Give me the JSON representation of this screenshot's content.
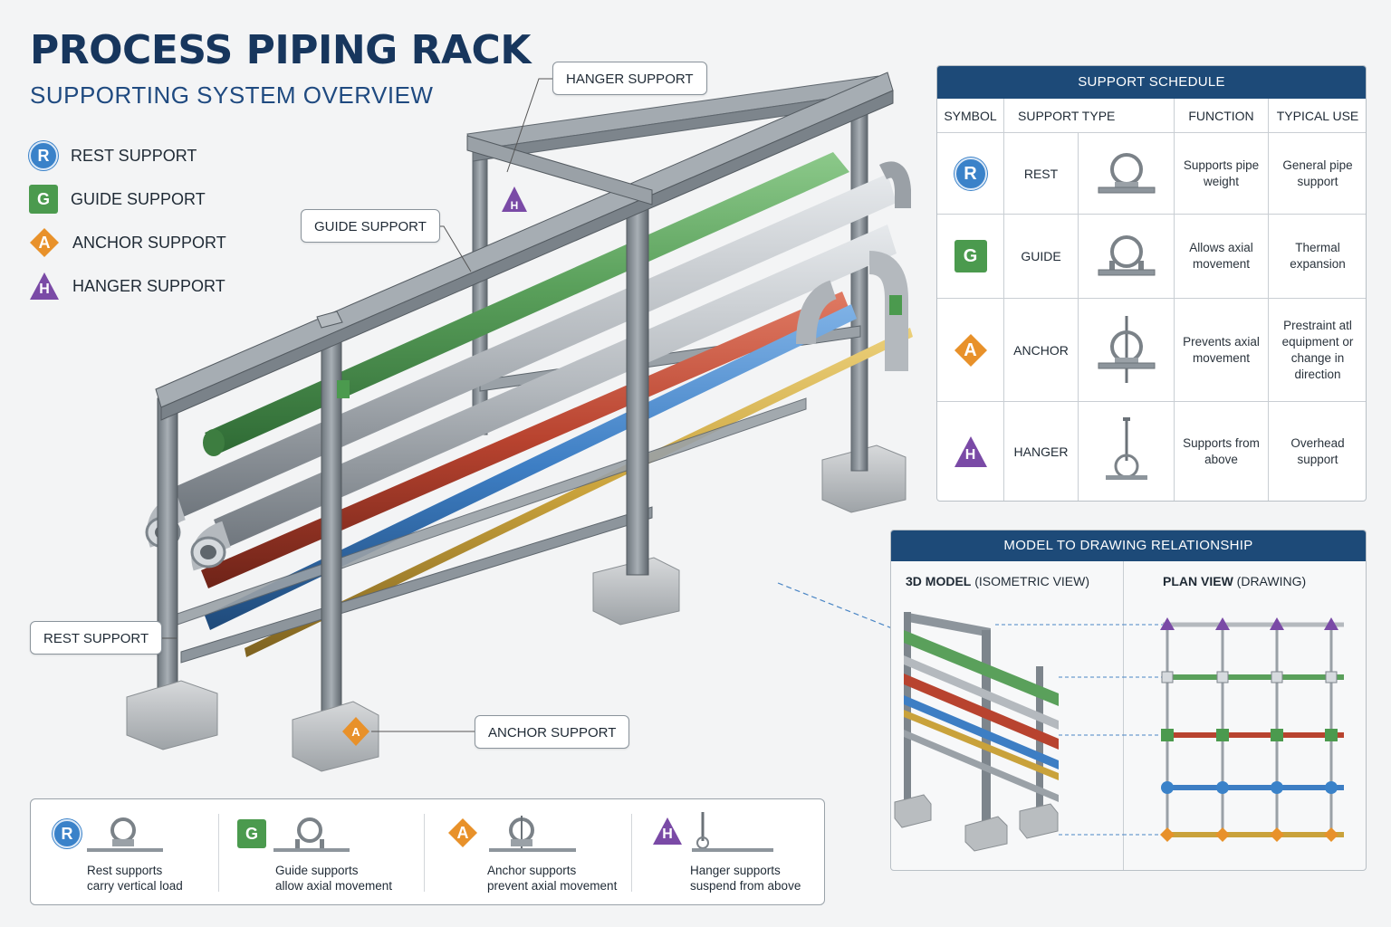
{
  "title": "PROCESS PIPING RACK",
  "subtitle": "SUPPORTING SYSTEM OVERVIEW",
  "legend": [
    {
      "symbol": "R",
      "label": "REST SUPPORT",
      "color": "#3a82c9"
    },
    {
      "symbol": "G",
      "label": "GUIDE SUPPORT",
      "color": "#4b9a4e"
    },
    {
      "symbol": "A",
      "label": "ANCHOR SUPPORT",
      "color": "#e8912a"
    },
    {
      "symbol": "H",
      "label": "HANGER SUPPORT",
      "color": "#7a4aa6"
    }
  ],
  "callouts": {
    "hanger": "HANGER SUPPORT",
    "guide": "GUIDE SUPPORT",
    "rest": "REST SUPPORT",
    "anchor": "ANCHOR SUPPORT"
  },
  "schedule": {
    "title": "SUPPORT SCHEDULE",
    "columns": [
      "SYMBOL",
      "SUPPORT TYPE",
      "FUNCTION",
      "TYPICAL USE"
    ],
    "rows": [
      {
        "symbol": "R",
        "type": "REST",
        "function": "Supports pipe weight",
        "use": "General pipe support"
      },
      {
        "symbol": "G",
        "type": "GUIDE",
        "function": "Allows axial movement",
        "use": "Thermal expansion"
      },
      {
        "symbol": "A",
        "type": "ANCHOR",
        "function": "Prevents axial movement",
        "use": "Prestraint atl equipment or change in direction"
      },
      {
        "symbol": "H",
        "type": "HANGER",
        "function": "Supports from above",
        "use": "Overhead support"
      }
    ]
  },
  "model_panel": {
    "title": "MODEL TO DRAWING RELATIONSHIP",
    "left_bold": "3D MODEL",
    "left_rest": "(ISOMETRIC VIEW)",
    "right_bold": "PLAN VIEW",
    "right_rest": "(DRAWING)",
    "plan_rows": [
      "H",
      "R",
      "G",
      "R",
      "A"
    ]
  },
  "bottom_legend": [
    {
      "symbol": "R",
      "line1": "Rest supports",
      "line2": "carry vertical load"
    },
    {
      "symbol": "G",
      "line1": "Guide supports",
      "line2": "allow axial movement"
    },
    {
      "symbol": "A",
      "line1": "Anchor supports",
      "line2": "prevent axial movement"
    },
    {
      "symbol": "H",
      "line1": "Hanger supports",
      "line2": "suspend from above"
    }
  ],
  "colors": {
    "navy": "#1d4a78",
    "steel": "#8d959c",
    "pipe_green": "#5aa05b",
    "pipe_red": "#b8432f",
    "pipe_blue": "#3d7ec4",
    "pipe_yellow": "#c9a23b",
    "pipe_gray": "#b4b9be"
  }
}
